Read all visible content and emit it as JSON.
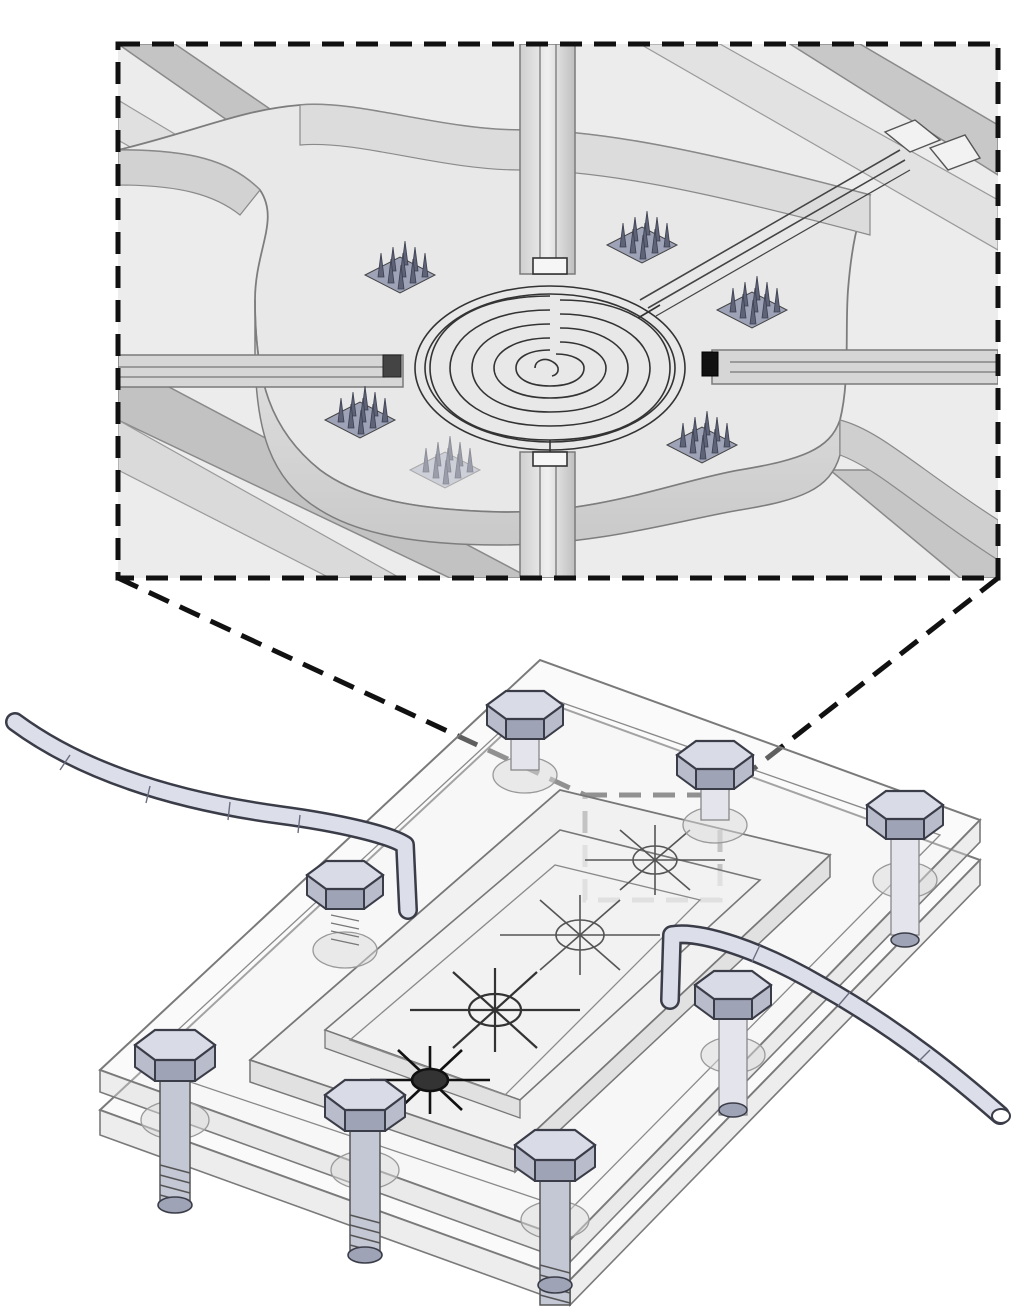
{
  "figure": {
    "description_items": [
      "detail-inset",
      "zoom-indicator",
      "assembly"
    ],
    "colors": {
      "background": "#ffffff",
      "inset_background": "#ececec",
      "dash_line": "#111111",
      "bolt_metal": "#d9dbe6",
      "bolt_dark": "#3a3c48",
      "microneedle": "#5e6378",
      "tube": "#dcdeea"
    },
    "icons": [
      "hex-bolt-icon",
      "tube-icon",
      "microneedle-array-icon",
      "serpentine-electrode-icon"
    ],
    "bolt_count": 8,
    "microneedle_array_count": 6
  }
}
